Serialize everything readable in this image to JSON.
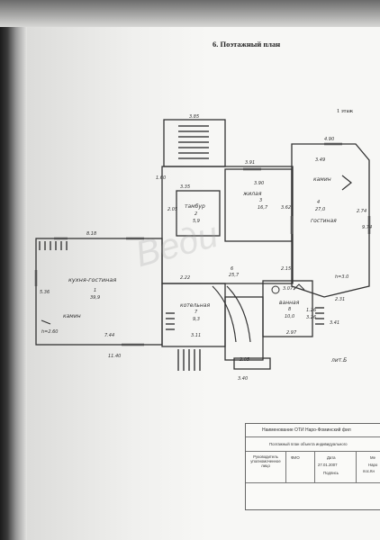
{
  "document": {
    "title": "6. Поэтажный план",
    "floor_label": "1 этаж",
    "lit_label": "лит.Б"
  },
  "rooms": {
    "kitchen": {
      "name": "кухня-гостиная",
      "num": "1",
      "area": "39,9"
    },
    "tambour": {
      "name": "тамбур",
      "num": "2",
      "area": "5,9"
    },
    "living": {
      "name": "жилая",
      "num": "3",
      "area": "16,7"
    },
    "guest": {
      "name": "гостиная",
      "num": "4",
      "area": "27,0"
    },
    "hall": {
      "num": "6",
      "area": "25,7"
    },
    "boiler": {
      "name": "котельная",
      "num": "7",
      "area": "9,3"
    },
    "bath": {
      "name": "ванная",
      "num": "8",
      "area": "10,0"
    },
    "fireplace1": "камин",
    "fireplace2": "камин"
  },
  "dimensions": {
    "d1": "3.85",
    "d2": "3.91",
    "d3": "4.90",
    "d4": "3.49",
    "d5": "3.35",
    "d6": "3.90",
    "d7": "8.18",
    "d8": "2.05",
    "d9": "3.62",
    "d10": "2.74",
    "d11": "9.74",
    "d12": "5.36",
    "d13": "7.44",
    "d14": "11.40",
    "d15": "2.22",
    "d16": "3.11",
    "d17": "3.07",
    "d18": "2.97",
    "d19": "3.41",
    "d20": "2.31",
    "d21": "3.40",
    "d22": "2.05",
    "d23": "1.60",
    "d24": "3.26",
    "d25": "h=3.0",
    "d26": "h=2.60",
    "d27": "1.26",
    "d28": "2.15"
  },
  "stamp": {
    "header": "Наименование ОТИ Наро-Фоминский фил",
    "subheader": "Поэтажный план объекта индивидуального",
    "col1": "Руководитель уполномоченное лицо",
    "col2": "ФИО",
    "col3": "Дата",
    "col4": "Ме",
    "date": "27.01.2007",
    "sign": "Подпись",
    "extra1": "Наро",
    "extra2": "пос.Кн"
  },
  "colors": {
    "line": "#333333",
    "paper": "#f4f4f2"
  }
}
